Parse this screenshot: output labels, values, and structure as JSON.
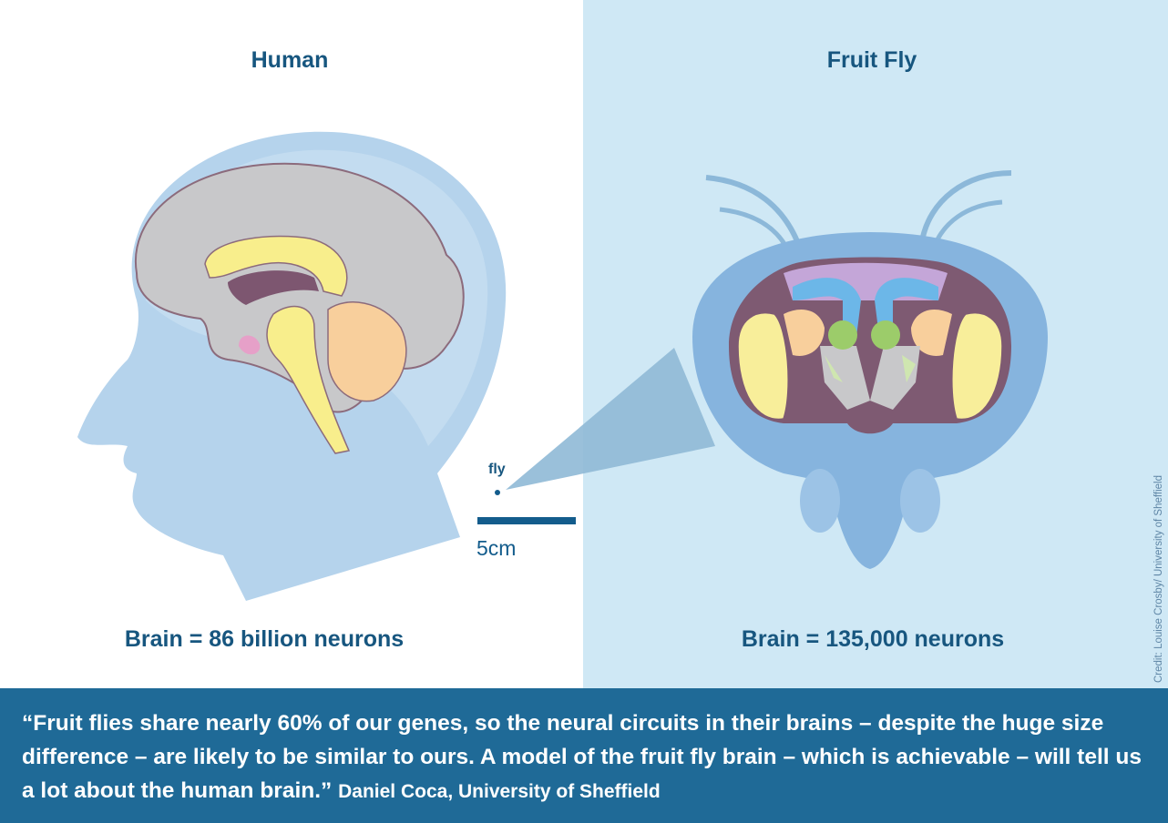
{
  "left": {
    "title": "Human",
    "caption": "Brain = 86 billion neurons"
  },
  "right": {
    "title": "Fruit Fly",
    "caption": "Brain = 135,000 neurons"
  },
  "scale": {
    "fly_label": "fly",
    "scale_label": "5cm"
  },
  "credit": "Credit: Louise Crosby/ University of Sheffield",
  "quote": {
    "text": "“Fruit flies share nearly 60% of our genes, so the neural circuits in their brains – despite the huge size difference – are likely to be similar to ours. A model of the fruit fly brain – which is achievable – will tell us a lot about the human brain.”",
    "attribution": "Daniel Coca, University of Sheffield"
  },
  "colors": {
    "title": "#17567f",
    "band": "#1f6a97",
    "right_panel": "#cfe8f5",
    "head": "#b5d3ec"
  }
}
